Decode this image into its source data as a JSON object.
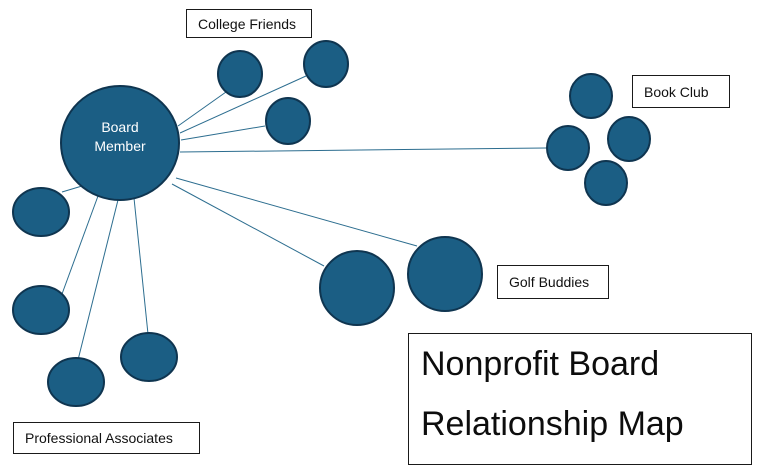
{
  "center": {
    "label_line1": "Board",
    "label_line2": "Member"
  },
  "groups": {
    "college": {
      "label": "College Friends"
    },
    "book": {
      "label": "Book Club"
    },
    "golf": {
      "label": "Golf Buddies"
    },
    "professional": {
      "label": "Professional Associates"
    }
  },
  "title": {
    "line1": "Nonprofit Board",
    "line2": "Relationship Map"
  },
  "colors": {
    "node_fill": "#1b5e84",
    "node_stroke": "#0f3550",
    "connector": "#2c6d8f"
  }
}
